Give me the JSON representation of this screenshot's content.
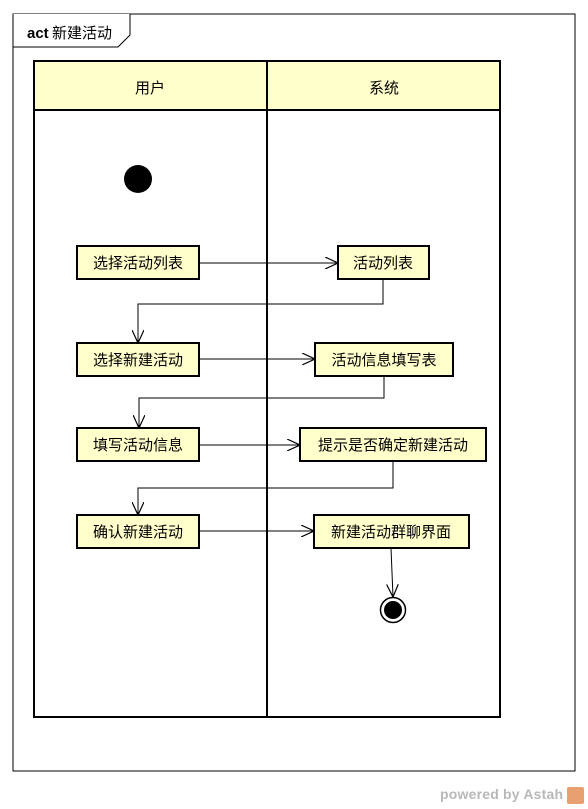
{
  "diagram": {
    "frame": {
      "keyword": "act",
      "name": "新建活动"
    },
    "lanes": [
      {
        "title": "用户"
      },
      {
        "title": "系统"
      }
    ],
    "actions": {
      "a1": "选择活动列表",
      "a2": "选择新建活动",
      "a3": "填写活动信息",
      "a4": "确认新建活动",
      "s1": "活动列表",
      "s2": "活动信息填写表",
      "s3": "提示是否确定新建活动",
      "s4": "新建活动群聊界面"
    },
    "colors": {
      "lane_header": "#ffffcc",
      "action_fill": "#ffffcc",
      "stroke": "#000000"
    }
  },
  "footer": {
    "watermark": "powered by Astah"
  }
}
